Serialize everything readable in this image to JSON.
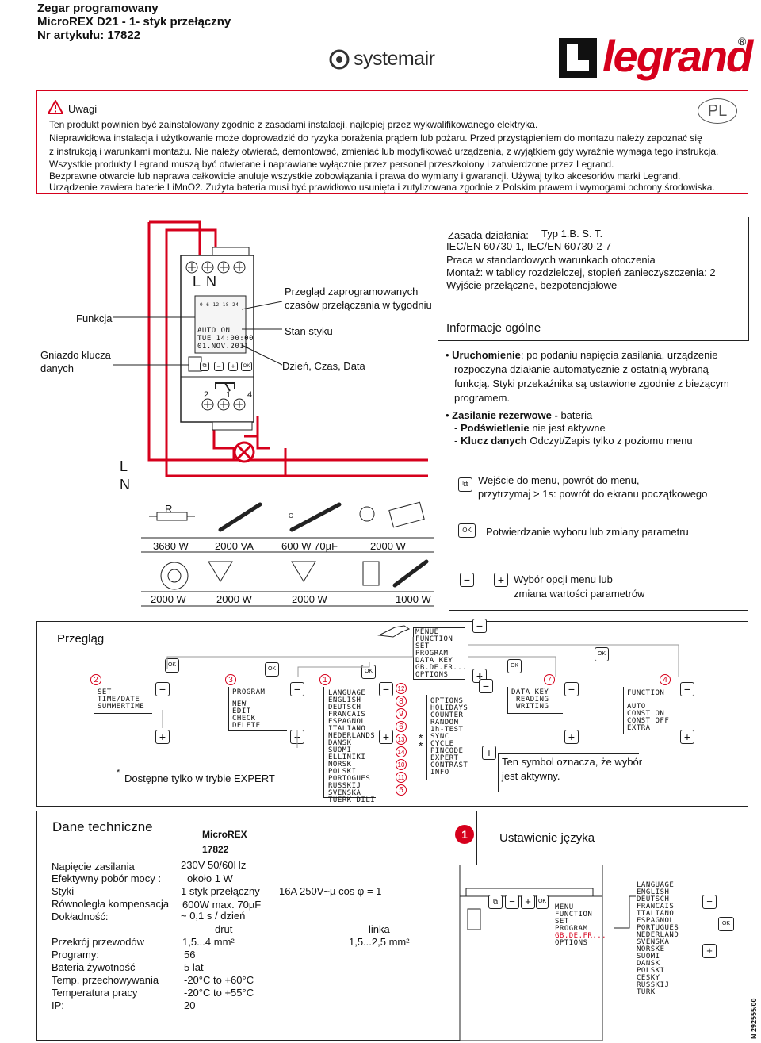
{
  "header": {
    "line1": "Zegar programowany",
    "line2": "MicroREX D21 - 1- styk przełączny",
    "line3": "Nr artykułu: 17822"
  },
  "brands": {
    "systemair": "systemair",
    "legrand": "legrand",
    "registered": "®"
  },
  "lang_badge": "PL",
  "warning": {
    "title": "Uwagi",
    "lines": [
      "Ten produkt powinien być zainstalowany zgodnie z zasadami instalacji, najlepiej przez wykwalifikowanego elektryka.",
      "Nieprawidłowa instalacja i użytkowanie może doprowadzić do ryzyka porażenia prądem lub pożaru. Przed przystąpieniem do montażu należy zapoznać się",
      "z instrukcją i warunkami montażu. Nie należy otwierać, demontować, zmieniać lub modyfikować urządzenia, z wyjątkiem gdy wyraźnie wymaga tego instrukcja.",
      "Wszystkie produkty Legrand muszą być otwierane i naprawiane wyłącznie przez personel przeszkolony i zatwierdzone przez Legrand.",
      "Bezprawne otwarcie lub naprawa całkowicie anuluje wszystkie zobowiązania i prawa do wymiany i gwarancji. Używaj tylko akcesoriów marki Legrand.",
      "Urządzenie zawiera baterie LiMnO2. Zużyta bateria musi być prawidłowo usunięta i zutylizowana zgodnie z Polskim prawem i wymogami ochrony środowiska."
    ]
  },
  "diagram": {
    "left_labels": {
      "funkcja": "Funkcja",
      "gniazdo1": "Gniazdo klucza",
      "gniazdo2": "danych"
    },
    "right_labels": {
      "przeglad1": "Przegląd zaprogramowanych",
      "przeglad2": "czasów przełączania w tygodniu",
      "stan": "Stan styku",
      "dzien": "Dzień, Czas, Data"
    },
    "device": {
      "L": "L",
      "N": "N",
      "scale": "0    6    12    18    24",
      "lcd1": "AUTO     ON",
      "lcd2": "TUE 14:00:00",
      "lcd3": "01.NOV.2011",
      "t2": "2",
      "t1": "1",
      "t4": "4"
    },
    "LN": {
      "L": "L",
      "N": "N"
    }
  },
  "loads": {
    "row1_symbols": {
      "R": "R",
      "C": "C"
    },
    "row1": [
      "3680 W",
      "2000 VA",
      "600 W  70µF",
      "2000 W"
    ],
    "row2": [
      "2000 W",
      "2000 W",
      "2000 W",
      "1000 W"
    ]
  },
  "info": {
    "zasada_label": "Zasada działania:",
    "zasada_value": "Typ 1.B. S. T.",
    "lines": [
      "IEC/EN 60730-1, IEC/EN 60730-2-7",
      "Praca w standardowych warunkach otoczenia",
      "Montaż: w tablicy rozdzielczej, stopień zanieczyszczenia: 2",
      "Wyjście przełączne, bezpotencjałowe"
    ],
    "title": "Informacje ogólne",
    "b1_bold": "Uruchomienie",
    "b1_rest": ": po podaniu napięcia zasilania, urządzenie",
    "b1_l2": "rozpoczyna działanie automatycznie z ostatnią wybraną",
    "b1_l3": "funkcją. Styki przekaźnika są ustawione zgodnie z bieżącym",
    "b1_l4": "programem.",
    "b2_bold": "Zasilanie rezerwowe -",
    "b2_rest": " bateria",
    "b2_l2_pre": "- ",
    "b2_l2_bold": "Podświetlenie",
    "b2_l2_rest": " nie jest aktywne",
    "b2_l3_pre": "- ",
    "b2_l3_bold": "Klucz danych",
    "b2_l3_rest": " Odczyt/Zapis tylko z poziomu menu"
  },
  "buttons_legend": {
    "menu_l1": "Wejście do menu, powrót do menu,",
    "menu_l2": "przytrzymaj > 1s: powrót do ekranu początkowego",
    "ok": "OK",
    "ok_desc": "Potwierdzanie wyboru lub zmiany parametru",
    "minus": "−",
    "plus": "+",
    "pm_l1": "Wybór opcji menu lub",
    "pm_l2": "zmiana wartości parametrów"
  },
  "overview": {
    "title": "Przegląg",
    "main_menu": [
      "MENUE",
      "FUNCTION",
      "SET",
      "PROGRAM",
      "DATA KEY",
      "GB.DE.FR...",
      "OPTIONS"
    ],
    "set_menu": [
      "SET",
      "TIME/DATE",
      "SUMMERTIME"
    ],
    "program_menu": [
      "PROGRAM",
      "NEW",
      "EDIT",
      "CHECK",
      "DELETE"
    ],
    "language_menu": [
      "LANGUAGE",
      "ENGLISH",
      "DEUTSCH",
      "FRANCAIS",
      "ESPAGNOL",
      "ITALIANO",
      "NEDERLANDS",
      "DANSK",
      "SUOMI",
      "ELLINIKI",
      "NORSK",
      "POLSKI",
      "PORTOGUES",
      "RUSSKIJ",
      "SVENSKA",
      "TUERK DILI"
    ],
    "options_menu": [
      "OPTIONS",
      "HOLIDAYS",
      "COUNTER",
      "RANDOM",
      "1h-TEST",
      "SYNC",
      "CYCLE",
      "PINCODE",
      "EXPERT",
      "CONTRAST",
      "INFO"
    ],
    "datakey_menu": [
      "DATA KEY",
      "READING",
      "WRITING"
    ],
    "function_menu": [
      "FUNCTION",
      "AUTO",
      "CONST ON",
      "CONST OFF",
      "EXTRA"
    ],
    "nums": {
      "n2": "2",
      "n3": "3",
      "n1": "1",
      "n7": "7",
      "n4": "4",
      "n12": "12",
      "n8": "8",
      "n9": "9",
      "n6": "6",
      "n13": "13",
      "n14": "14",
      "n10": "10",
      "n11": "11",
      "n5": "5"
    },
    "star": "*",
    "check_note_l1": "Ten symbol oznacza, że wybór",
    "check_note_l2": "jest aktywny.",
    "expert_note": "Dostępne tylko w trybie EXPERT"
  },
  "tech": {
    "title": "Dane techniczne",
    "model": "MicroREX",
    "article": "17822",
    "rows": [
      {
        "k": "Napięcie zasilania",
        "v": "230V  50/60Hz"
      },
      {
        "k": "Efektywny pobór mocy :",
        "v": "około    1 W"
      },
      {
        "k": "Styki",
        "v": "1 styk przełączny"
      },
      {
        "k": "Równoległa kompensacja",
        "v": "600W max. 70µF"
      },
      {
        "k": "Dokładność:",
        "v": "~ 0,1 s / dzień"
      },
      {
        "k": "Przekrój przewodów",
        "v": "1,5...4 mm²"
      },
      {
        "k": "Programy:",
        "v": "56"
      },
      {
        "k": "Bateria żywotność",
        "v": "5 lat"
      },
      {
        "k": "Temp. przechowywania",
        "v": "-20°C to +60°C"
      },
      {
        "k": "Temperatura pracy",
        "v": "-20°C to +55°C"
      },
      {
        "k": "IP:",
        "v": "20"
      }
    ],
    "contacts_extra": "16A 250V~µ cos φ = 1",
    "drut": "drut",
    "linka": "linka",
    "linka_val": "1,5...2,5 mm²"
  },
  "lang_setup": {
    "num": "1",
    "title": "Ustawienie języka",
    "menu": [
      "MENU",
      "FUNCTION",
      "SET",
      "PROGRAM",
      "GB.DE.FR...",
      "OPTIONS"
    ],
    "languages": [
      "LANGUAGE",
      "ENGLISH",
      "DEUTSCH",
      "FRANCAIS",
      "ITALIANO",
      "ESPAGNOL",
      "PORTUGUES",
      "NEDERLAND",
      "SVENSKA",
      "NORSKE",
      "SUOMI",
      "DANSK",
      "POLSKI",
      "CESKY",
      "RUSSKIJ",
      "TURK"
    ]
  },
  "doc_code": "N 292555/00"
}
